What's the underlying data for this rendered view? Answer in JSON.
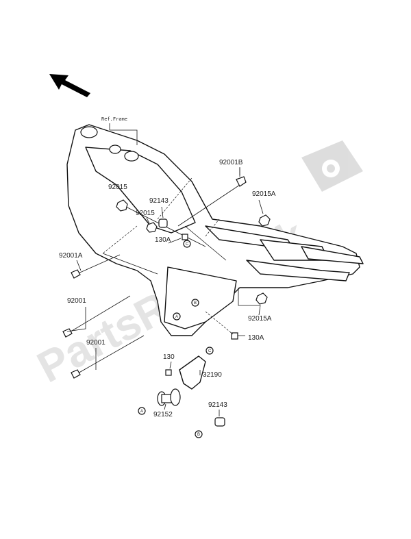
{
  "watermark": {
    "text": "PartsRepublik"
  },
  "ref_frame": "Ref.Frame",
  "callouts": {
    "a": "A",
    "b": "B",
    "c": "C"
  },
  "parts": {
    "p92001B": "92001B",
    "p92015_top": "92015",
    "p92143_top": "92143",
    "p92015A_top": "92015A",
    "p92015_mid": "92015",
    "p130A_top": "130A",
    "p92001A": "92001A",
    "p92001_upper": "92001",
    "p92015A_bottom": "92015A",
    "p130A_bottom": "130A",
    "p92001_lower": "92001",
    "p130": "130",
    "p32190": "32190",
    "p92143_bottom": "92143",
    "p92152": "92152"
  },
  "icons": {
    "direction": "direction-arrow-icon",
    "logo": "gear-flag-logo-icon"
  }
}
